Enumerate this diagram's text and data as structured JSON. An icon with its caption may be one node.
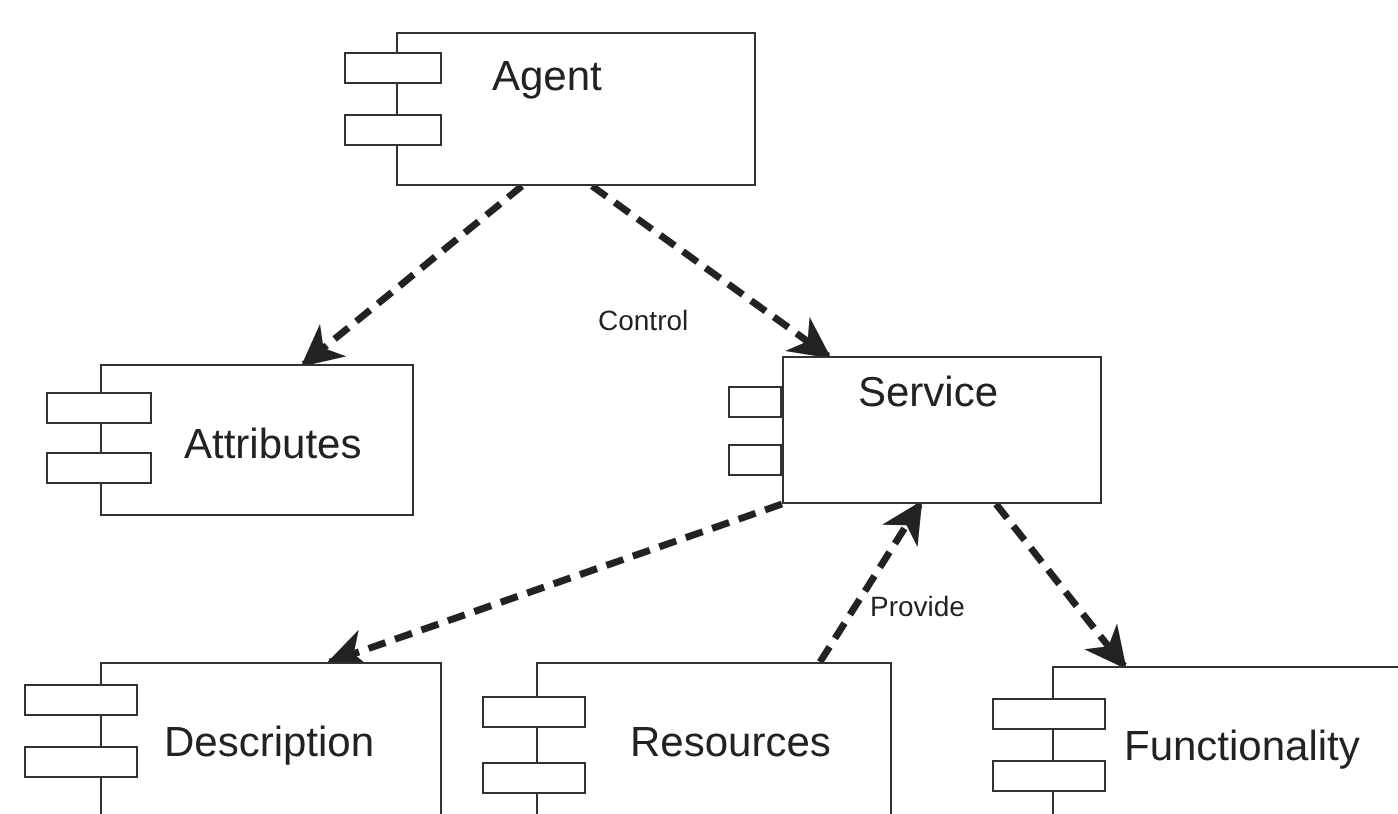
{
  "diagram": {
    "nodes": [
      {
        "text": [
          "Agent"
        ]
      },
      {
        "text": [
          "Attributes"
        ]
      },
      {
        "text": [
          "Service"
        ]
      },
      {
        "text": [
          "Description"
        ]
      },
      {
        "text": [
          "Resources"
        ]
      },
      {
        "text": [
          "Functionality"
        ]
      }
    ],
    "edges": [
      {
        "from": 0,
        "to": 1,
        "arrow": "to",
        "style": "dashed"
      },
      {
        "from": 0,
        "to": 2,
        "arrow": "to",
        "style": "dashed",
        "label": "Control"
      },
      {
        "from": 2,
        "to": 3,
        "arrow": "to",
        "style": "dashed"
      },
      {
        "from": 4,
        "to": 2,
        "arrow": "to",
        "style": "dashed",
        "label": "Provide"
      },
      {
        "from": 2,
        "to": 5,
        "arrow": "to",
        "style": "dashed"
      }
    ]
  }
}
